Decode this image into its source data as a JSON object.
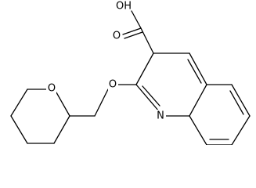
{
  "molecule": {
    "atom_labels": {
      "hydroxyl": "OH",
      "carbonyl_oxygen": "O",
      "ether_oxygen": "O",
      "ring_oxygen": "O",
      "ring_nitrogen": "N"
    }
  }
}
